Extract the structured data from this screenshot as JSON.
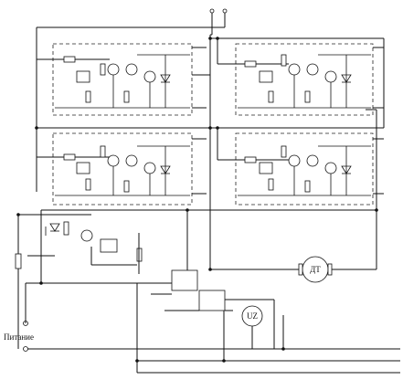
{
  "colors": {
    "ink": "#111111",
    "paper": "#ffffff"
  },
  "labels": {
    "power": "Питание",
    "motor": "ДТ",
    "rectifier": "UZ"
  }
}
